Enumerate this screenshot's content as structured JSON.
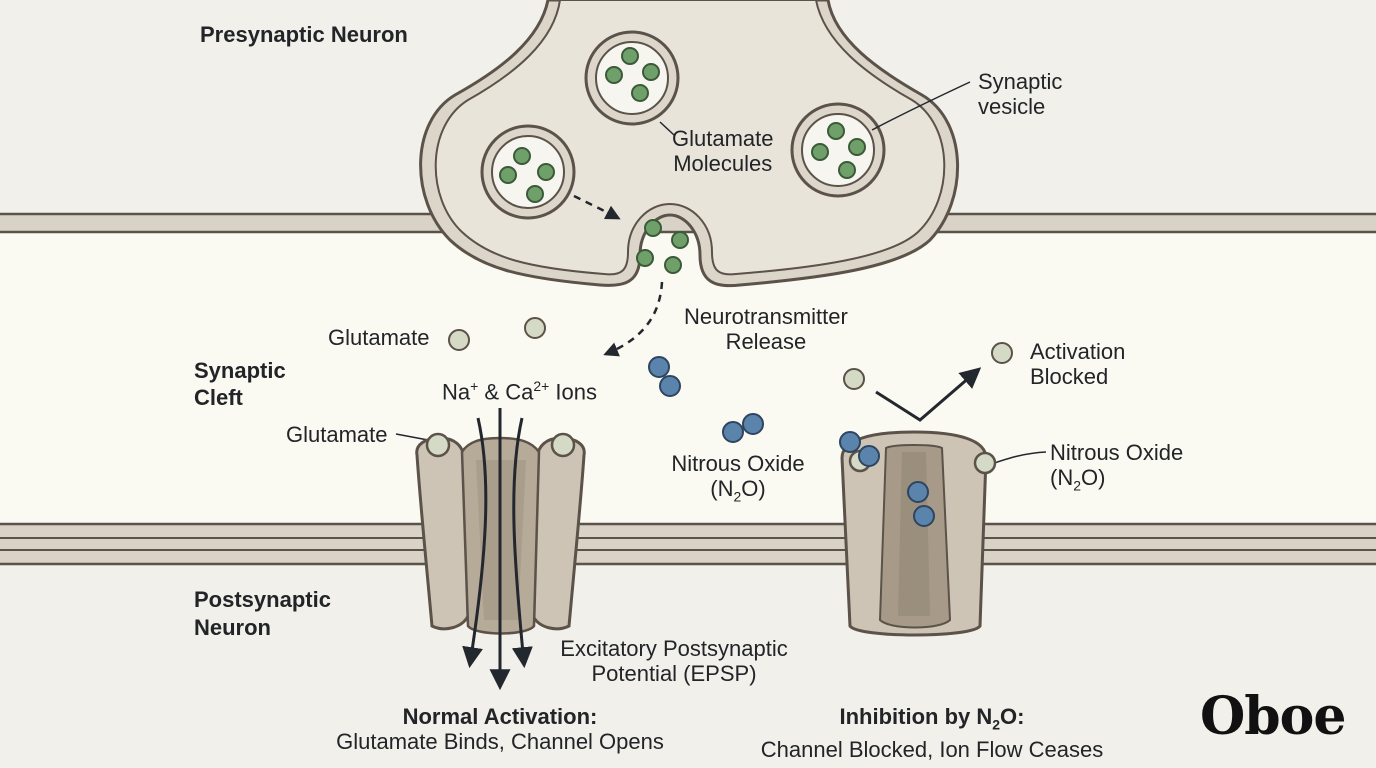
{
  "labels": {
    "presynaptic_neuron": "Presynaptic Neuron",
    "synaptic_vesicle_line1": "Synaptic",
    "synaptic_vesicle_line2": "vesicle",
    "glutamate_molecules_line1": "Glutamate",
    "glutamate_molecules_line2": "Molecules",
    "neurotransmitter_release_line1": "Neurotransmitter",
    "neurotransmitter_release_line2": "Release",
    "glutamate_free": "Glutamate",
    "synaptic_cleft_line1": "Synaptic",
    "synaptic_cleft_line2": "Cleft",
    "ions_prefix": "Na",
    "ions_plus": "+",
    "ions_middle": " & Ca",
    "ions_charge": "2+",
    "ions_suffix": " Ions",
    "glutamate_bound": "Glutamate",
    "nitrous_oxide_middle_line1": "Nitrous Oxide",
    "nitrous_oxide_formula_open": "(N",
    "nitrous_oxide_formula_sub": "2",
    "nitrous_oxide_formula_close": "O)",
    "activation_blocked_line1": "Activation",
    "activation_blocked_line2": "Blocked",
    "nitrous_oxide_right_line1": "Nitrous Oxide",
    "postsynaptic_neuron_line1": "Postsynaptic",
    "postsynaptic_neuron_line2": "Neuron",
    "epsp_line1": "Excitatory Postsynaptic",
    "epsp_line2": "Potential (EPSP)"
  },
  "captions": {
    "normal_title": "Normal Activation:",
    "normal_body": "Glutamate Binds, Channel Opens",
    "inhibition_title_prefix": "Inhibition by N",
    "inhibition_title_sub": "2",
    "inhibition_title_suffix": "O:",
    "inhibition_body": "Channel Blocked, Ion Flow Ceases"
  },
  "brand": {
    "logo": "Oboe"
  },
  "colors": {
    "background": "#f1f0ea",
    "cleft": "#faf9f2",
    "membrane": "#d9d2c6",
    "outline": "#5b5249",
    "neuron_fill": "#e7e2d8",
    "glutamate": "#6fa06a",
    "free_glutamate": "#d5dac6",
    "nitrous_oxide": "#5b84ad",
    "arrow": "#23272e"
  }
}
